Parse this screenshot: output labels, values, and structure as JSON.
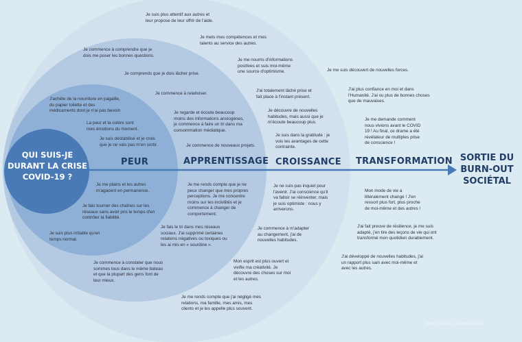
{
  "colors": {
    "background": "#dcebf1",
    "core": "#4a7ab6",
    "ring_peur": "#8fb0d6",
    "ring_apprentissage": "#b4cae3",
    "ring_croissance": "#d3e1ee",
    "arrow": "#4a7ab6",
    "title": "#1f3d66"
  },
  "center_title": "QUI SUIS-JE\nDURANT LA CRISE\nCOVID-19 ?",
  "stages": [
    "PEUR",
    "APPRENTISSAGE",
    "CROISSANCE",
    "TRANSFORMATION"
  ],
  "exit_title": "SORTIE DU\nBURN-OUT\nSOCIÉTAL",
  "peur": [
    "J'achète de la nourriture en pagaille,\ndu papier toilette et des\nmédicaments dont je n'ai pas besoin",
    "La peur et la colère sont\nmes émotions du moment.",
    "Je suis déstabilisé et je crois\nque je ne vais pas m'en sortir.",
    "Je me plains et les autres\nm'agacent en permanence.",
    "Je fais tourner des chaînes sur les\nréseaux sans avoir pris le temps d'en\ncontrôler la fiabilité.",
    "Je suis plus irritable qu'en\ntemps normal."
  ],
  "apprentissage": [
    "Je commence à comprendre que je\ndois me poser les bonnes questions.",
    "Je comprends que je dois lâcher prise.",
    "Je commence à relativiser.",
    "Je regarde et écoute beaucoup\nmoins des informations anxiogènes,\nje commence à faire un tri dans ma\nconsommation médiatique.",
    "Je commence de nouveaux projets.",
    "Je me rends compte que je ne\npeux changer que mes propres\nperceptions. Je me concentre\nmoins sur les incivilités et je\ncommence à changer de\ncomportement.",
    "Je fais le tri dans mes réseaux\nsociaux. J'ai supprimé certaines\nrelations négatives ou toxiques ou\nles ai mis en « sourdine ».",
    "Je commence à constater que nous\nsommes tous dans le même bateau\net que la plupart des gens font de\nleur mieux."
  ],
  "croissance": [
    "Je suis plus attentif aux autres et\nleur propose de leur offrir de l'aide.",
    "Je mets mes compétences et mes\ntalents au service des autres.",
    "Je me nourris d'informations\npositives et suis moi-même\nune source d'optimisme.",
    "J'ai totalement lâché prise et\nfait place à l'instant présent.",
    "Je découvre de nouvelles\nhabitudes, mais aussi que je\nm'écoute beaucoup plus.",
    "Je suis dans la gratitude : je\nvois les avantages de cette\ncontrainte.",
    "Je ne suis pas inquiet pour\nl'avenir. J'ai conscience qu'il\nva falloir se réinventer, mais\nje suis optimiste : nous y\narriverons.",
    "Je commence à m'adapter\nau changement, j'ai de\nnouvelles habitudes.",
    "Mon esprit est plus ouvert et\nvivifie ma créativité. Je\ndécouvre des choses sur moi\net les autres.",
    "Je me rends compte que j'ai négligé mes\nrelations, ma famille, mes amis, mes\nclients et je les appelle plus souvent."
  ],
  "transformation": [
    "Je me suis découvert de nouvelles forces.",
    "J'ai plus confiance en moi et dans\nl'Humanité. J'ai vu plus de bonnes choses\nque de mauvaises.",
    "Je me demande comment\nnous vivions avant le COVID\n19 ! Au final, ce drame a été\nrévélateur de multiples prise\nde conscience !",
    "Mon mode de vie a\nlittéralement changé ! J'en\nressort plus fort, plus proche\nde moi-même et des autres !",
    "J'ai fait preuve de résilience, je me suis\nadapté, j'en tire des leçons de vie qui ont\ntransformé mon quotidien durablement.",
    "J'ai développé de nouvelles habitudes, j'ai\nun rapport plus sain avec moi-même et\navec les autres."
  ],
  "credit": "Michel Poulaert – sourcedegenie.com"
}
